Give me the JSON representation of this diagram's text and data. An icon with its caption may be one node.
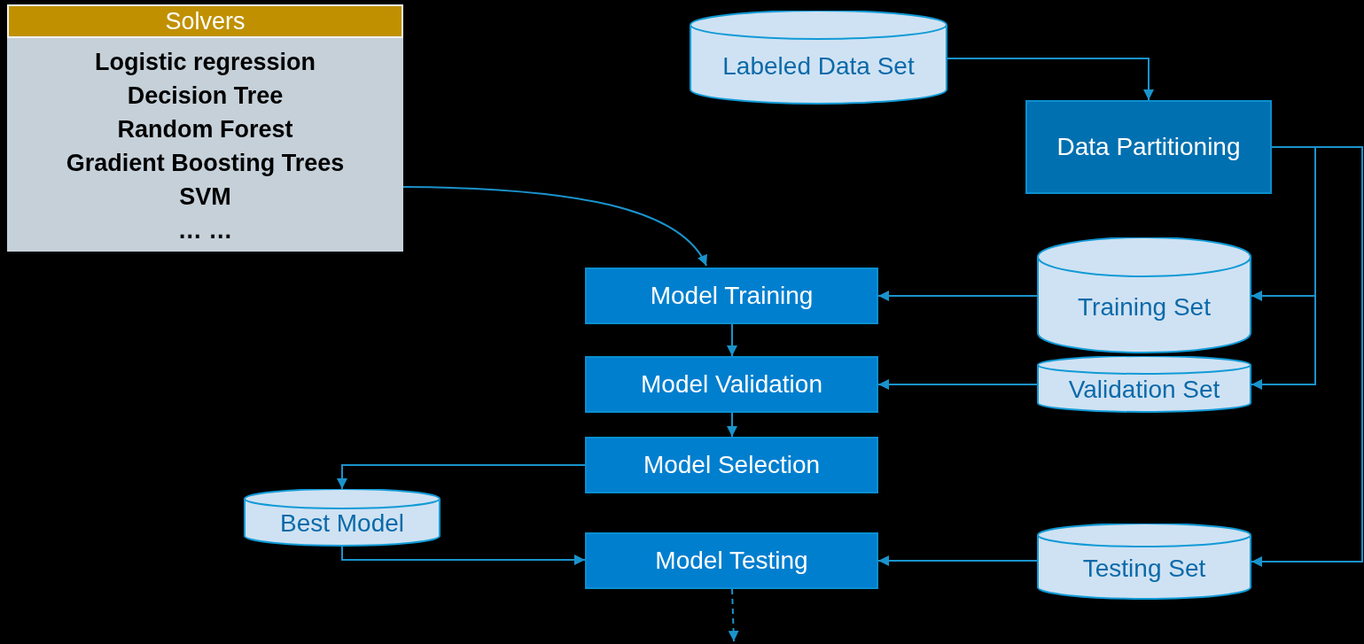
{
  "diagram": {
    "nodes": [
      {
        "text": [
          "Solvers",
          "Logistic regression",
          "Decision Tree",
          "Random Forest",
          "Gradient Boosting Trees",
          "SVM",
          "… …"
        ]
      },
      {
        "text": [
          "Labeled Data Set"
        ]
      },
      {
        "text": [
          "Data Partitioning"
        ]
      },
      {
        "text": [
          "Model Training"
        ]
      },
      {
        "text": [
          "Training Set"
        ]
      },
      {
        "text": [
          "Model Validation"
        ]
      },
      {
        "text": [
          "Validation Set"
        ]
      },
      {
        "text": [
          "Model Selection"
        ]
      },
      {
        "text": [
          "Best Model"
        ]
      },
      {
        "text": [
          "Model Testing"
        ]
      },
      {
        "text": [
          "Testing Set"
        ]
      }
    ],
    "edges": [
      {
        "from": 0,
        "to": 3,
        "arrow": "to"
      },
      {
        "from": 1,
        "to": 2,
        "arrow": "to"
      },
      {
        "from": 2,
        "to": 4,
        "arrow": "to"
      },
      {
        "from": 2,
        "to": 6,
        "arrow": "to"
      },
      {
        "from": 2,
        "to": 10,
        "arrow": "to"
      },
      {
        "from": 4,
        "to": 3,
        "arrow": "to"
      },
      {
        "from": 6,
        "to": 5,
        "arrow": "to"
      },
      {
        "from": 3,
        "to": 5,
        "arrow": "to"
      },
      {
        "from": 5,
        "to": 7,
        "arrow": "to"
      },
      {
        "from": 7,
        "to": 8,
        "arrow": "to"
      },
      {
        "from": 8,
        "to": 9,
        "arrow": "to"
      },
      {
        "from": 10,
        "to": 9,
        "arrow": "to"
      },
      {
        "from": 9,
        "to": null,
        "arrow": "to",
        "style": "dashed"
      }
    ]
  }
}
